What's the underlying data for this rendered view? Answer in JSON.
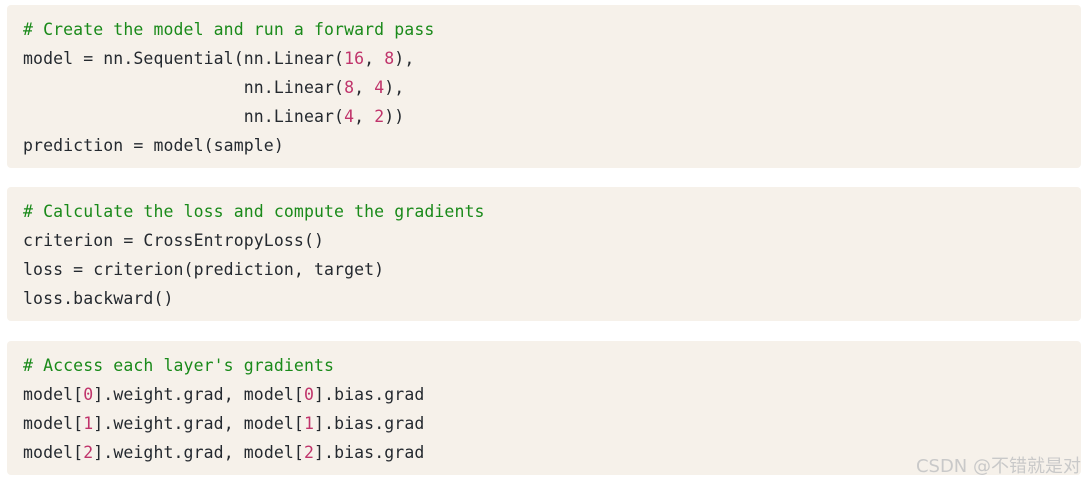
{
  "code_blocks": [
    {
      "lines": [
        [
          {
            "t": "# Create the model and run a forward pass",
            "k": "comment"
          }
        ],
        [
          {
            "t": "model = nn.Sequential(nn.Linear(",
            "k": "text"
          },
          {
            "t": "16",
            "k": "number"
          },
          {
            "t": ", ",
            "k": "text"
          },
          {
            "t": "8",
            "k": "number"
          },
          {
            "t": "),",
            "k": "text"
          }
        ],
        [
          {
            "t": "                      nn.Linear(",
            "k": "text"
          },
          {
            "t": "8",
            "k": "number"
          },
          {
            "t": ", ",
            "k": "text"
          },
          {
            "t": "4",
            "k": "number"
          },
          {
            "t": "),",
            "k": "text"
          }
        ],
        [
          {
            "t": "                      nn.Linear(",
            "k": "text"
          },
          {
            "t": "4",
            "k": "number"
          },
          {
            "t": ", ",
            "k": "text"
          },
          {
            "t": "2",
            "k": "number"
          },
          {
            "t": "))",
            "k": "text"
          }
        ],
        [
          {
            "t": "prediction = model(sample)",
            "k": "text"
          }
        ]
      ]
    },
    {
      "lines": [
        [
          {
            "t": "# Calculate the loss and compute the gradients",
            "k": "comment"
          }
        ],
        [
          {
            "t": "criterion = CrossEntropyLoss()",
            "k": "text"
          }
        ],
        [
          {
            "t": "loss = criterion(prediction, target)",
            "k": "text"
          }
        ],
        [
          {
            "t": "loss.backward()",
            "k": "text"
          }
        ]
      ]
    },
    {
      "lines": [
        [
          {
            "t": "# Access each layer's gradients",
            "k": "comment"
          }
        ],
        [
          {
            "t": "model[",
            "k": "text"
          },
          {
            "t": "0",
            "k": "number"
          },
          {
            "t": "].weight.grad, model[",
            "k": "text"
          },
          {
            "t": "0",
            "k": "number"
          },
          {
            "t": "].bias.grad",
            "k": "text"
          }
        ],
        [
          {
            "t": "model[",
            "k": "text"
          },
          {
            "t": "1",
            "k": "number"
          },
          {
            "t": "].weight.grad, model[",
            "k": "text"
          },
          {
            "t": "1",
            "k": "number"
          },
          {
            "t": "].bias.grad",
            "k": "text"
          }
        ],
        [
          {
            "t": "model[",
            "k": "text"
          },
          {
            "t": "2",
            "k": "number"
          },
          {
            "t": "].weight.grad, model[",
            "k": "text"
          },
          {
            "t": "2",
            "k": "number"
          },
          {
            "t": "].bias.grad",
            "k": "text"
          }
        ]
      ]
    }
  ],
  "watermark": "CSDN @不错就是对",
  "colors": {
    "code_background": "#f6f1ea",
    "comment": "#1a8a1a",
    "text": "#24292f",
    "number": "#c0346b",
    "watermark": "#c9c9c9"
  }
}
